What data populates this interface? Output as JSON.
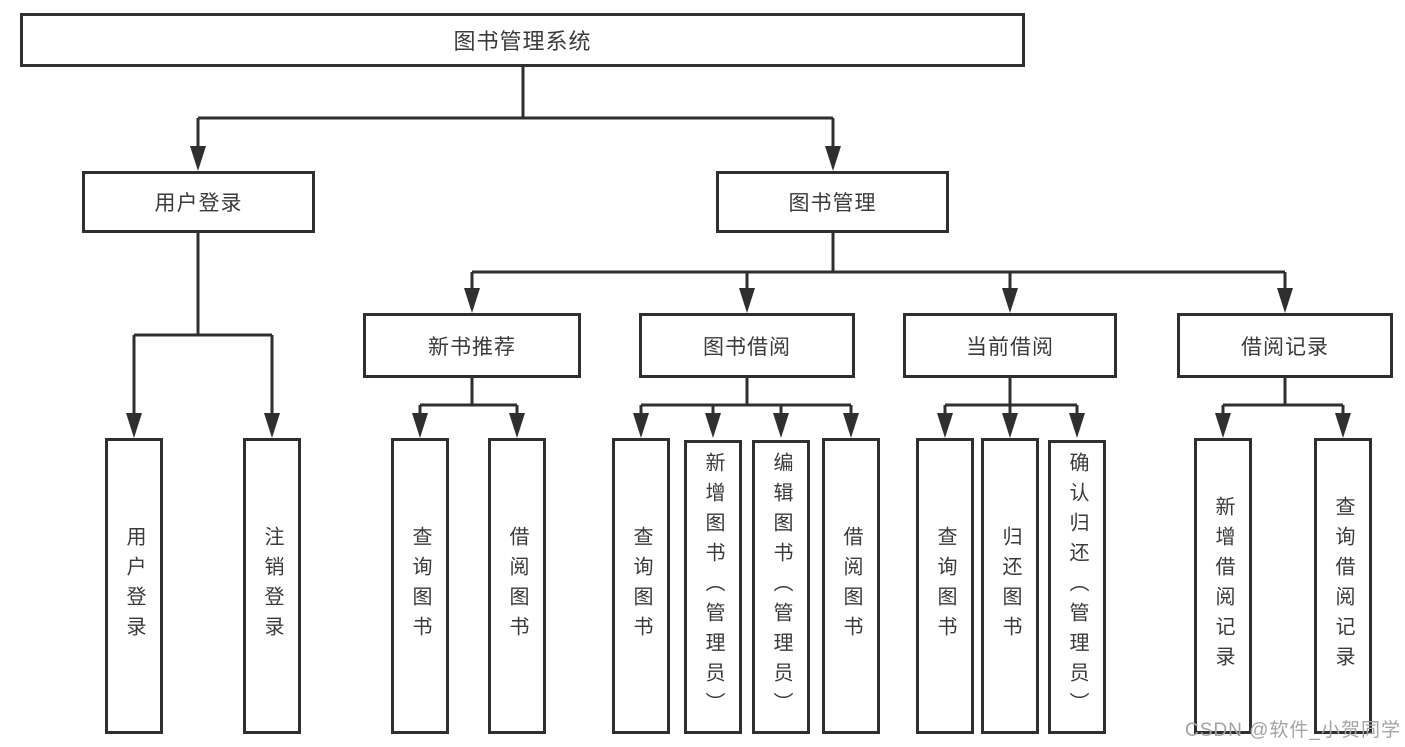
{
  "tree": {
    "root": {
      "label": "图书管理系统",
      "children": [
        {
          "label": "用户登录",
          "children": [
            {
              "label": "用户登录"
            },
            {
              "label": "注销登录"
            }
          ]
        },
        {
          "label": "图书管理",
          "children": [
            {
              "label": "新书推荐",
              "children": [
                {
                  "label": "查询图书"
                },
                {
                  "label": "借阅图书"
                }
              ]
            },
            {
              "label": "图书借阅",
              "children": [
                {
                  "label": "查询图书"
                },
                {
                  "label": "新增图书（管理员）"
                },
                {
                  "label": "编辑图书（管理员）"
                },
                {
                  "label": "借阅图书"
                }
              ]
            },
            {
              "label": "当前借阅",
              "children": [
                {
                  "label": "查询图书"
                },
                {
                  "label": "归还图书"
                },
                {
                  "label": "确认归还（管理员）"
                }
              ]
            },
            {
              "label": "借阅记录",
              "children": [
                {
                  "label": "新增借阅记录"
                },
                {
                  "label": "查询借阅记录"
                }
              ]
            }
          ]
        }
      ]
    }
  },
  "watermark": {
    "text": "CSDN @软件_小贺同学"
  },
  "colors": {
    "line": "#2f2f2f",
    "text": "#3a3a3a",
    "watermark": "#a3a3a3",
    "background": "#ffffff"
  }
}
